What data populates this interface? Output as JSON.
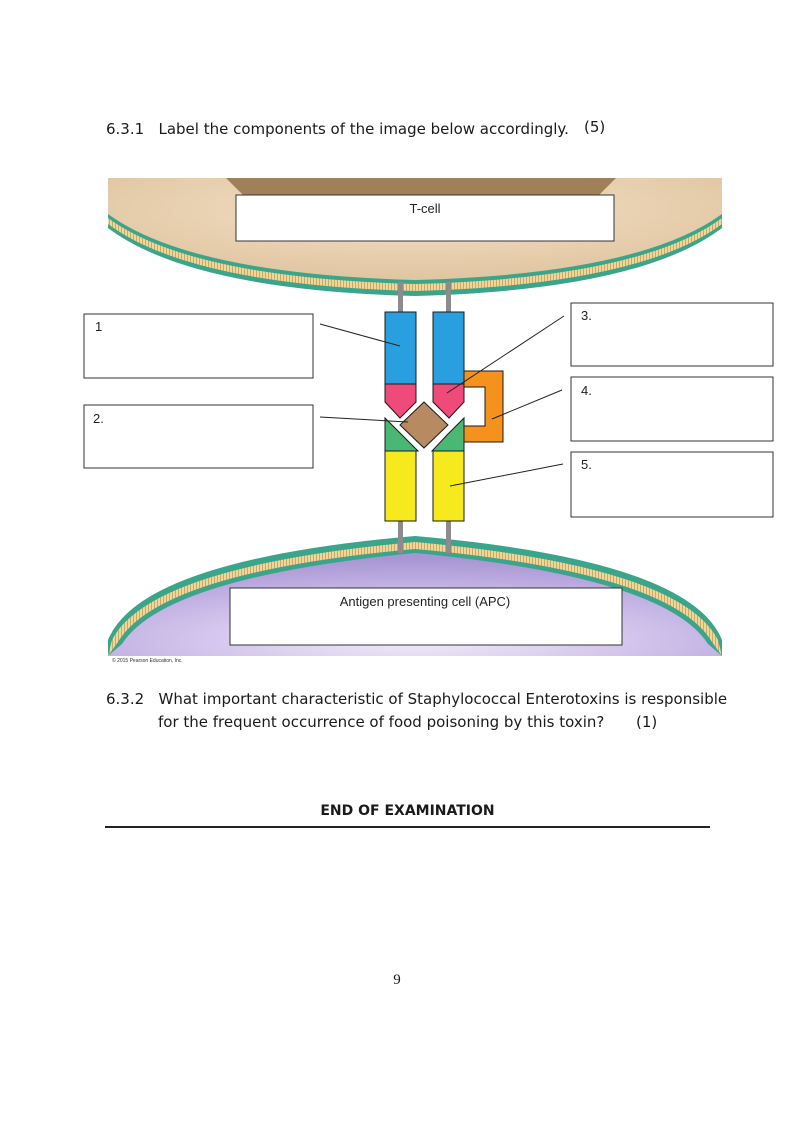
{
  "question_631": {
    "number": "6.3.1",
    "text": "Label the components of the image below accordingly.",
    "marks": "(5)"
  },
  "diagram": {
    "top_cell_label": "T-cell",
    "bottom_cell_label": "Antigen presenting cell (APC)",
    "label_boxes": [
      "1",
      "2.",
      "3.",
      "4.",
      "5."
    ],
    "copyright": "© 2015 Pearson Education, Inc.",
    "colors": {
      "tcell_fill": "#e8cfae",
      "tcell_cap": "#a08058",
      "apc_fill": "#c8b8e6",
      "membrane_green": "#3aa58a",
      "membrane_tan": "#e8c88a",
      "blue_domain": "#2a9fe0",
      "pink_domain": "#ee4a7a",
      "green_domain": "#4ab874",
      "yellow_domain": "#f6ea1e",
      "orange_toxin": "#f5921e",
      "brown_antigen": "#b88a62"
    }
  },
  "question_632": {
    "number": "6.3.2",
    "line1": "What important characteristic of Staphylococcal Enterotoxins is responsible",
    "line2": "for the frequent occurrence of food poisoning by this toxin?",
    "marks": "(1)"
  },
  "footer": {
    "end_text": "END OF EXAMINATION",
    "page_number": "9"
  }
}
